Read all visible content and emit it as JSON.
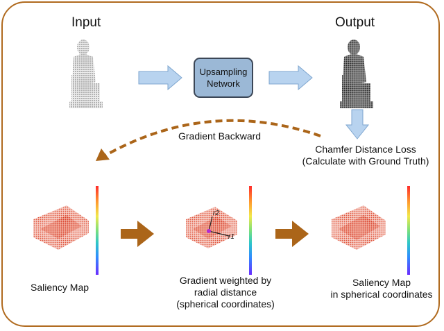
{
  "input_title": "Input",
  "output_title": "Output",
  "network_box": {
    "line1": "Upsampling",
    "line2": "Network"
  },
  "gradient_backward_label": "Gradient Backward",
  "loss_label": {
    "line1": "Chamfer Distance Loss",
    "line2": "(Calculate with Ground Truth)"
  },
  "saliency_map_label": "Saliency Map",
  "weighted_label": {
    "line1": "Gradient weighted by",
    "line2": "radial distance",
    "line3": "(spherical coordinates)"
  },
  "spherical_saliency_label": {
    "line1": "Saliency Map",
    "line2": "in spherical coordinates"
  },
  "axis_labels": {
    "r1": "r1",
    "r2": "r2"
  },
  "colors": {
    "border": "#b06a1e",
    "arrow_blue": "#b8d3ef",
    "arrow_brown": "#ab6519",
    "box_fill": "#9bb8d6"
  }
}
